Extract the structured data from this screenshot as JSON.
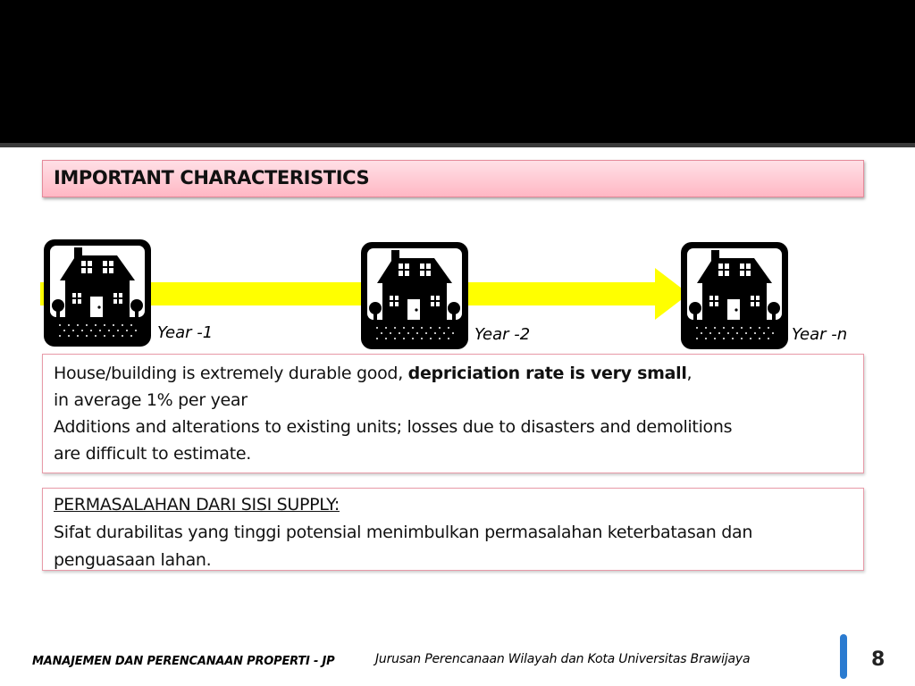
{
  "heading": "IMPORTANT CHARACTERISTICS",
  "timeline": {
    "labels": [
      "Year -1",
      "Year -2",
      "Year -n"
    ],
    "icon": "house-icon",
    "arrow_color": "#ffff00"
  },
  "box1": {
    "line1_text": "House/building is extremely durable good, ",
    "line1_bold": "depriciation rate is very small",
    "line1_comma": ",",
    "line2": "in average 1% per year",
    "line3": "Additions and alterations to existing units;  losses due to disasters and demolitions",
    "line4": "are difficult to estimate."
  },
  "box2": {
    "title": "PERMASALAHAN DARI SISI SUPPLY:",
    "line1": "Sifat durabilitas yang tinggi potensial menimbulkan permasalahan keterbatasan dan",
    "line2": "penguasaan lahan."
  },
  "footer": {
    "left": "MANAJEMEN DAN PERENCANAAN PROPERTI - JP",
    "middle": "Jurusan Perencanaan Wilayah dan Kota  Universitas Brawijaya",
    "page": "8"
  },
  "colors": {
    "heading_bg": "#ffb7c4",
    "accent_bar": "#2b7bd0"
  }
}
